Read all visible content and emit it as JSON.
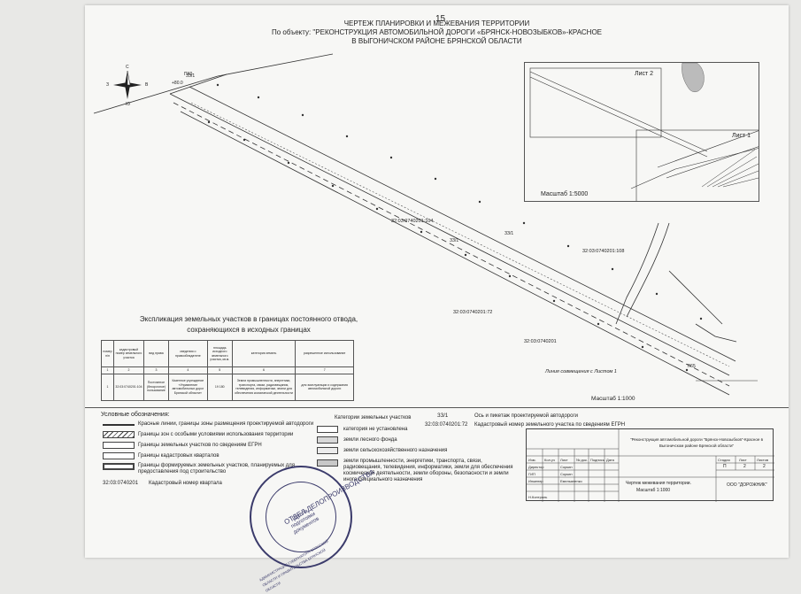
{
  "page": {
    "number": "15"
  },
  "header": {
    "line1": "ЧЕРТЕЖ ПЛАНИРОВКИ И МЕЖЕВАНИЯ ТЕРРИТОРИИ",
    "line2": "По объекту: \"РЕКОНСТРУКЦИЯ АВТОМОБИЛЬНОЙ ДОРОГИ «БРЯНСК-НОВОЗЫБКОВ»-КРАСНОЕ",
    "line3": "В ВЫГОНИЧСКОМ РАЙОНЕ БРЯНСКОЙ ОБЛАСТИ"
  },
  "compass": {
    "n": "С",
    "s": "Ю",
    "w": "З",
    "e": "В"
  },
  "inset": {
    "sheet1": "Лист 1",
    "sheet2": "Лист 2",
    "scale": "Масштаб 1:5000"
  },
  "plan": {
    "parcel_104": "32:03:0740201:104",
    "parcel_108": "32:03:0740201:108",
    "parcel_72": "32:03:0740201:72",
    "quarter": "32:03:0740201",
    "match_line": "Линия совмещения с Листом 1",
    "scale": "Масштаб 1:1000",
    "pk_1": "ПК0",
    "pk_2": "+80.0",
    "pk_3": "ЗЗ/1",
    "pk_4": "ЗЗ/1",
    "pk_5": "ЗЗ/1",
    "pk_6": "7/65"
  },
  "explication": {
    "title1": "Экспликация земельных участков в границах постоянного отвода,",
    "title2": "сохраняющихся в исходных границах",
    "headers": [
      "номер п/п",
      "кадастровый номер земельного участка",
      "вид права",
      "сведения о правообладателе",
      "площадь исходного земельного участка, кв.м.",
      "категория земель",
      "разрешенное использование"
    ],
    "nums": [
      "1",
      "2",
      "3",
      "4",
      "5",
      "6",
      "7"
    ],
    "row": [
      "1",
      "32:03:0740201:104",
      "Постоянное (бессрочное) пользование",
      "Казенное учреждение «Управление автомобильных дорог Брянской области»",
      "19 180",
      "Земли промышленности, энергетики, транспорта, связи, радиовещания, телевидения, информатики, земли для обеспечения космической деятельности",
      "для эксплуатации и содержания автомобильной дороги"
    ]
  },
  "legend": {
    "title": "Условные обозначения:",
    "red_lines": "Красные линии, границы зоны размещения проектируемой автодороги",
    "special_zones": "Границы зон с особыми условиями использования территории",
    "egrn_parcels": "Границы земельных участков по сведениям ЕГРН",
    "cadastral_quarters": "Границы кадастровых кварталов",
    "formed_parcels": "Границы формируемых земельных участков, планируемых для предоставления под строительство",
    "quarter_code": "32:03:0740201",
    "quarter_label": "Кадастровый номер квартала",
    "categories_title": "Категории земельных участков",
    "cat_not_set": "категория не установлена",
    "cat_forest": "земли лесного фонда",
    "cat_agri": "земли сельскохозяйственного назначения",
    "cat_industry": "земли промышленности, энергетики, транспорта, связи, радиовещания, телевидения, информатики, земли для обеспечения космической деятельности, земли обороны, безопасности и земли иного специального назначения",
    "axis_code": "ЗЗ/1",
    "axis_label": "Ось и пикетаж проектируемой автодороги",
    "parcel_code": "32:03:0740201:72",
    "parcel_label": "Кадастровый номер земельного участка по сведениям ЕГРН"
  },
  "title_block": {
    "project": "\"Реконструкция автомобильной дороги \"Брянск-Новозыбков\"-Красное в Выгоничском районе Брянской области\"",
    "col_izm": "Изм.",
    "col_kol": "Кол.уч",
    "col_list": "Лист",
    "col_doc": "№ док.",
    "col_sign": "Подпись",
    "col_date": "Дата",
    "director_role": "Директор",
    "director_name": "Соркин",
    "gip_role": "ГИП",
    "gip_name": "Соркин",
    "engineer_role": "Инженер",
    "engineer_name": "Емельяненко",
    "norm_role": "Н.Контроль",
    "stage_h": "Стадия",
    "sheet_h": "Лист",
    "sheets_h": "Листов",
    "stage": "П",
    "sheet": "2",
    "sheets": "2",
    "drawing": "Чертеж межевания территории.",
    "drawing_scale": "Масштаб 1:1000",
    "org": "ООО \"ДОРОЖНИК\""
  },
  "stamp": {
    "ring": "АДМИНИСТРАЦИЯ ГУБЕРНАТОРА БРЯНСКОЙ ОБЛАСТИ И ПРАВИТЕЛЬСТВА БРЯНСКОЙ ОБЛАСТИ",
    "dept": "ОТДЕЛ ДЕЛОПРОИЗВОДСТВА",
    "group": "Группа подготовки документов"
  }
}
